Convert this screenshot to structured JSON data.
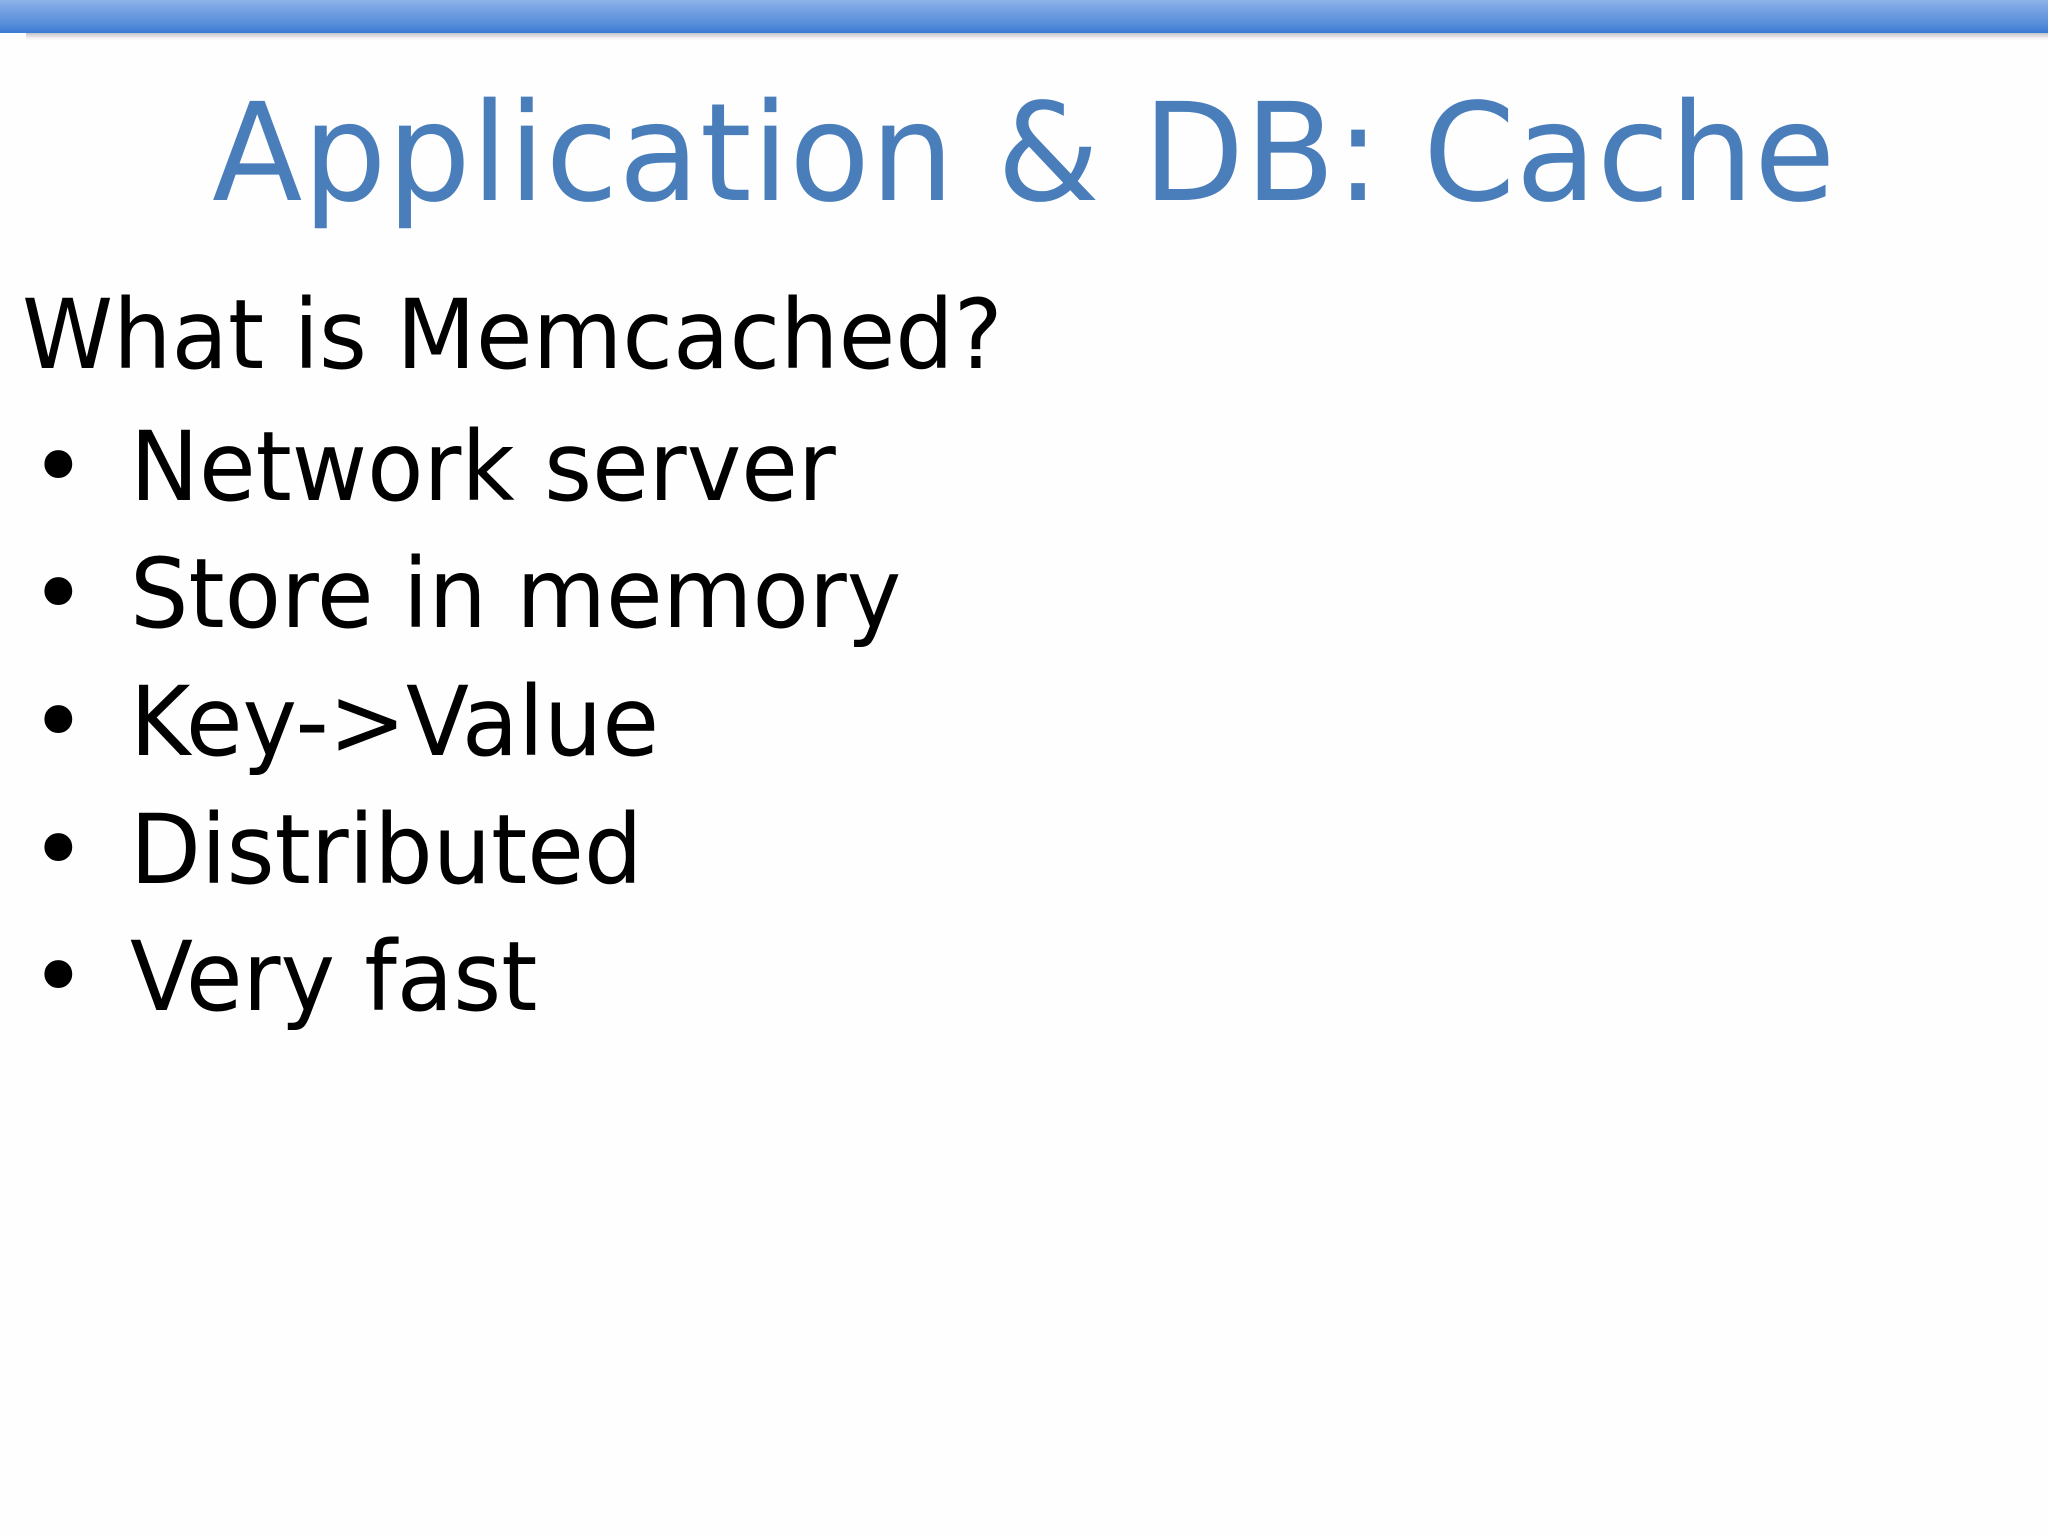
{
  "slide": {
    "title": "Application & DB: Cache",
    "lead": "What is Memcached?",
    "bullet_glyph": "•",
    "bullets": [
      {
        "text": "Network server"
      },
      {
        "text": "Store in memory"
      },
      {
        "text": "Key->Value"
      },
      {
        "text": "Distributed"
      },
      {
        "text": "Very fast"
      }
    ],
    "colors": {
      "title": "#4a7ebb",
      "body_text": "#000000",
      "band_top": "#8fb4e8",
      "band_bottom": "#3b79cf",
      "background": "#fefefe"
    }
  }
}
